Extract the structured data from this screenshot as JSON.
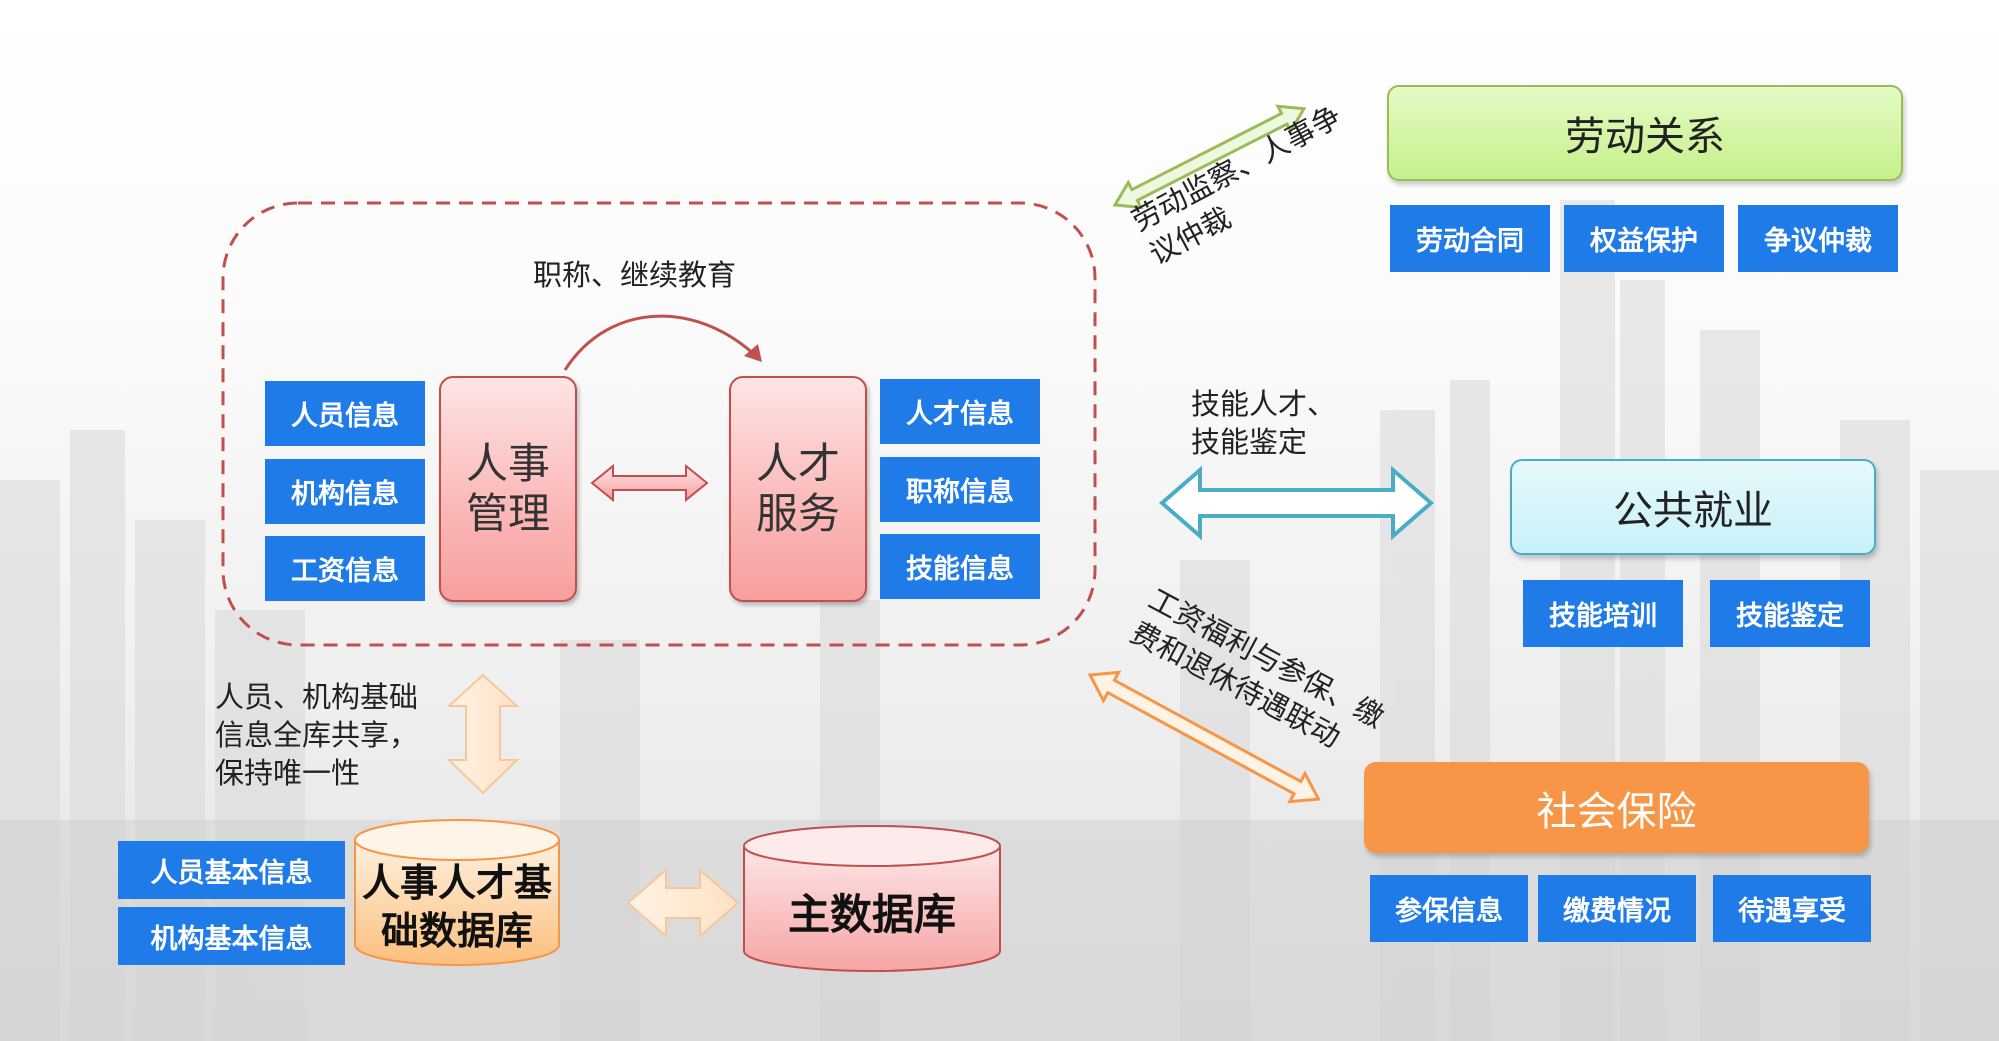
{
  "core": {
    "left_tags": [
      "人员信息",
      "机构信息",
      "工资信息"
    ],
    "right_tags": [
      "人才信息",
      "职称信息",
      "技能信息"
    ],
    "hr_mgmt": [
      "人事",
      "管理"
    ],
    "talent_service": [
      "人才",
      "服务"
    ],
    "top_label": "职称、继续教育"
  },
  "left_note": [
    "人员、机构基础",
    "信息全库共享，",
    "保持唯一性"
  ],
  "db": {
    "basic_tags": [
      "人员基本信息",
      "机构基本信息"
    ],
    "hr_db": [
      "人事人才基",
      "础数据库"
    ],
    "main_db": "主数据库"
  },
  "labor": {
    "title": "劳动关系",
    "tags": [
      "劳动合同",
      "权益保护",
      "争议仲裁"
    ],
    "link_label": [
      "劳动监察、人事争",
      "议仲裁"
    ]
  },
  "employment": {
    "title": "公共就业",
    "tags": [
      "技能培训",
      "技能鉴定"
    ],
    "link_label": [
      "技能人才、",
      "技能鉴定"
    ]
  },
  "insurance": {
    "title": "社会保险",
    "tags": [
      "参保信息",
      "缴费情况",
      "待遇享受"
    ],
    "link_label": [
      "工资福利与参保、缴",
      "费和退休待遇联动"
    ]
  },
  "colors": {
    "tag_blue": "#1f7be8",
    "labor_green": "#c6f08a",
    "employment_cyan": "#c7f1f8",
    "insurance_orange": "#f79646",
    "pink": "#f9b4b4",
    "dashed_red": "#c0504d"
  }
}
